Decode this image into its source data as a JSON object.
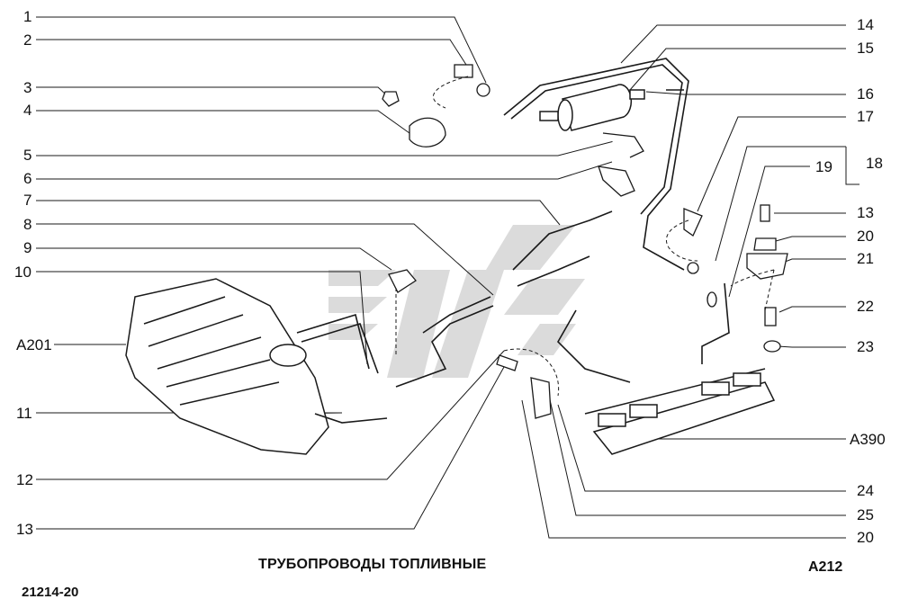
{
  "title": "ТРУБОПРОВОДЫ ТОПЛИВНЫЕ",
  "code": "A212",
  "doc_number": "21214-20",
  "callouts_left": [
    "1",
    "2",
    "3",
    "4",
    "5",
    "6",
    "7",
    "8",
    "9",
    "10",
    "A201",
    "11",
    "12",
    "13"
  ],
  "callouts_right": [
    "14",
    "15",
    "16",
    "17",
    "18",
    "19",
    "13",
    "20",
    "21",
    "22",
    "23",
    "A390",
    "24",
    "25",
    "20"
  ],
  "colors": {
    "line": "#1a1a1a",
    "part_fill": "#ffffff",
    "shade": "#c9c9c9",
    "watermark": "#b5b5b5"
  }
}
